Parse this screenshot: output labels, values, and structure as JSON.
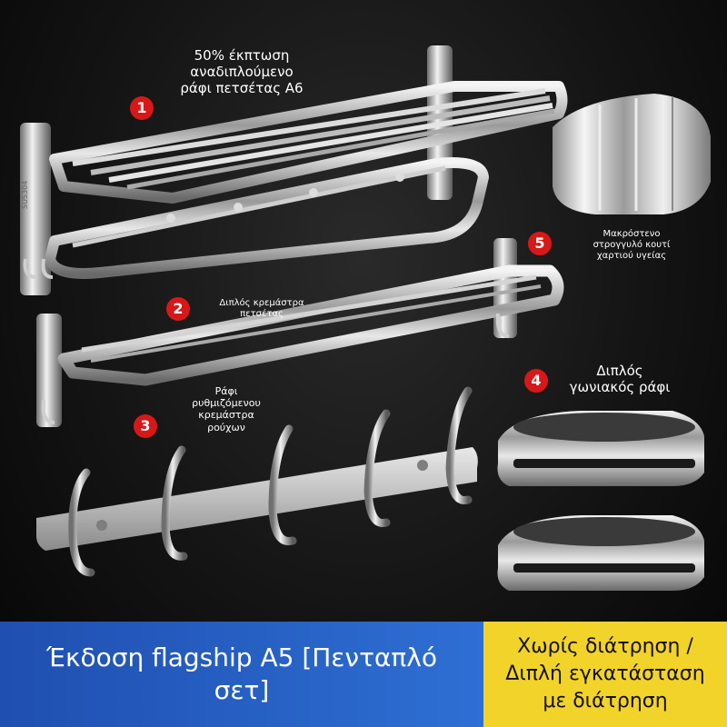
{
  "items": [
    {
      "number": "1",
      "label": "50% έκπτωση\nαναδιπλούμενο\nράφι πετσέτας A6"
    },
    {
      "number": "2",
      "label": "Διπλός κρεμάστρα\nπετσέτας"
    },
    {
      "number": "3",
      "label": "Ράφι\nρυθμιζόμενου\nκρεμάστρα\nρούχων"
    },
    {
      "number": "4",
      "label": "Διπλός\nγωνιακός ράφι"
    },
    {
      "number": "5",
      "label": "Μακρόστενο\nστρογγυλό κουτί\nχαρτιού υγείας"
    }
  ],
  "stamp": "SUS304",
  "footer": {
    "left_text": "Έκδοση flagship A5 [Πενταπλό σετ]",
    "right_text": "Χωρίς διάτρηση / Διπλή εγκατάσταση με διάτρηση"
  },
  "colors": {
    "badge": "#d81818",
    "footer_left": "#2a63c9",
    "footer_right": "#f2d32a"
  }
}
